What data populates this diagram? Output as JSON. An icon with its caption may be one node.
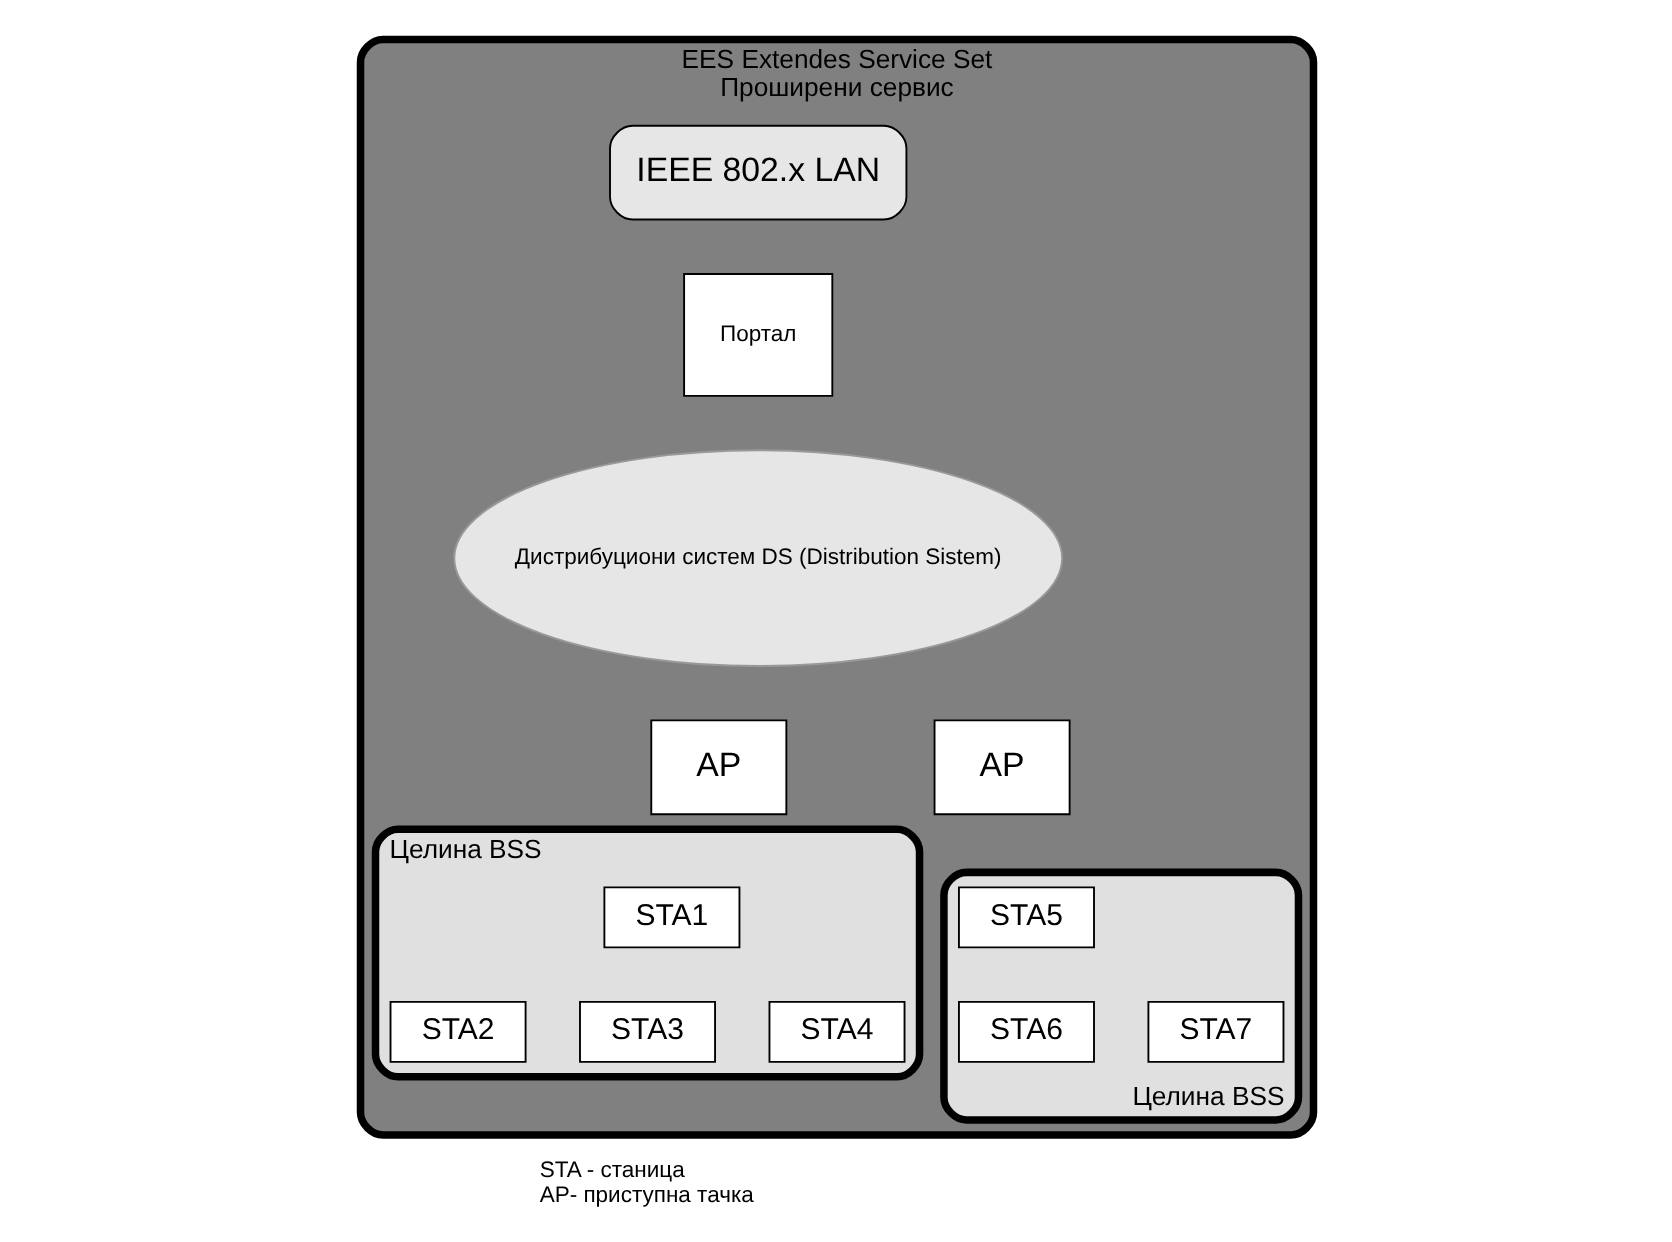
{
  "diagram": {
    "nodes": [
      {
        "text": [
          "EES Extendes Service Set",
          "Проширени сервис"
        ]
      },
      {
        "text": [
          "IEEE 802.x LAN"
        ],
        "in": 0
      },
      {
        "text": [
          "Портал"
        ],
        "in": 0
      },
      {
        "text": [
          "Дистрибуциони систем DS (Distribution Sistem)"
        ],
        "in": 0
      },
      {
        "text": [
          "Целина BSS"
        ],
        "in": 0
      },
      {
        "text": [
          "AP"
        ],
        "in": 0
      },
      {
        "text": [
          "STA1"
        ],
        "in": 4
      },
      {
        "text": [
          "STA2"
        ],
        "in": 4
      },
      {
        "text": [
          "STA3"
        ],
        "in": 4
      },
      {
        "text": [
          "STA4"
        ],
        "in": 4
      },
      {
        "text": [
          "Целина BSS"
        ],
        "in": 0
      },
      {
        "text": [
          "AP"
        ],
        "in": 0
      },
      {
        "text": [
          "STA5"
        ],
        "in": 10
      },
      {
        "text": [
          "STA6"
        ],
        "in": 10
      },
      {
        "text": [
          "STA7"
        ],
        "in": 10
      }
    ],
    "labels": [
      "STA - станица",
      "AP- приступна тачка"
    ]
  }
}
